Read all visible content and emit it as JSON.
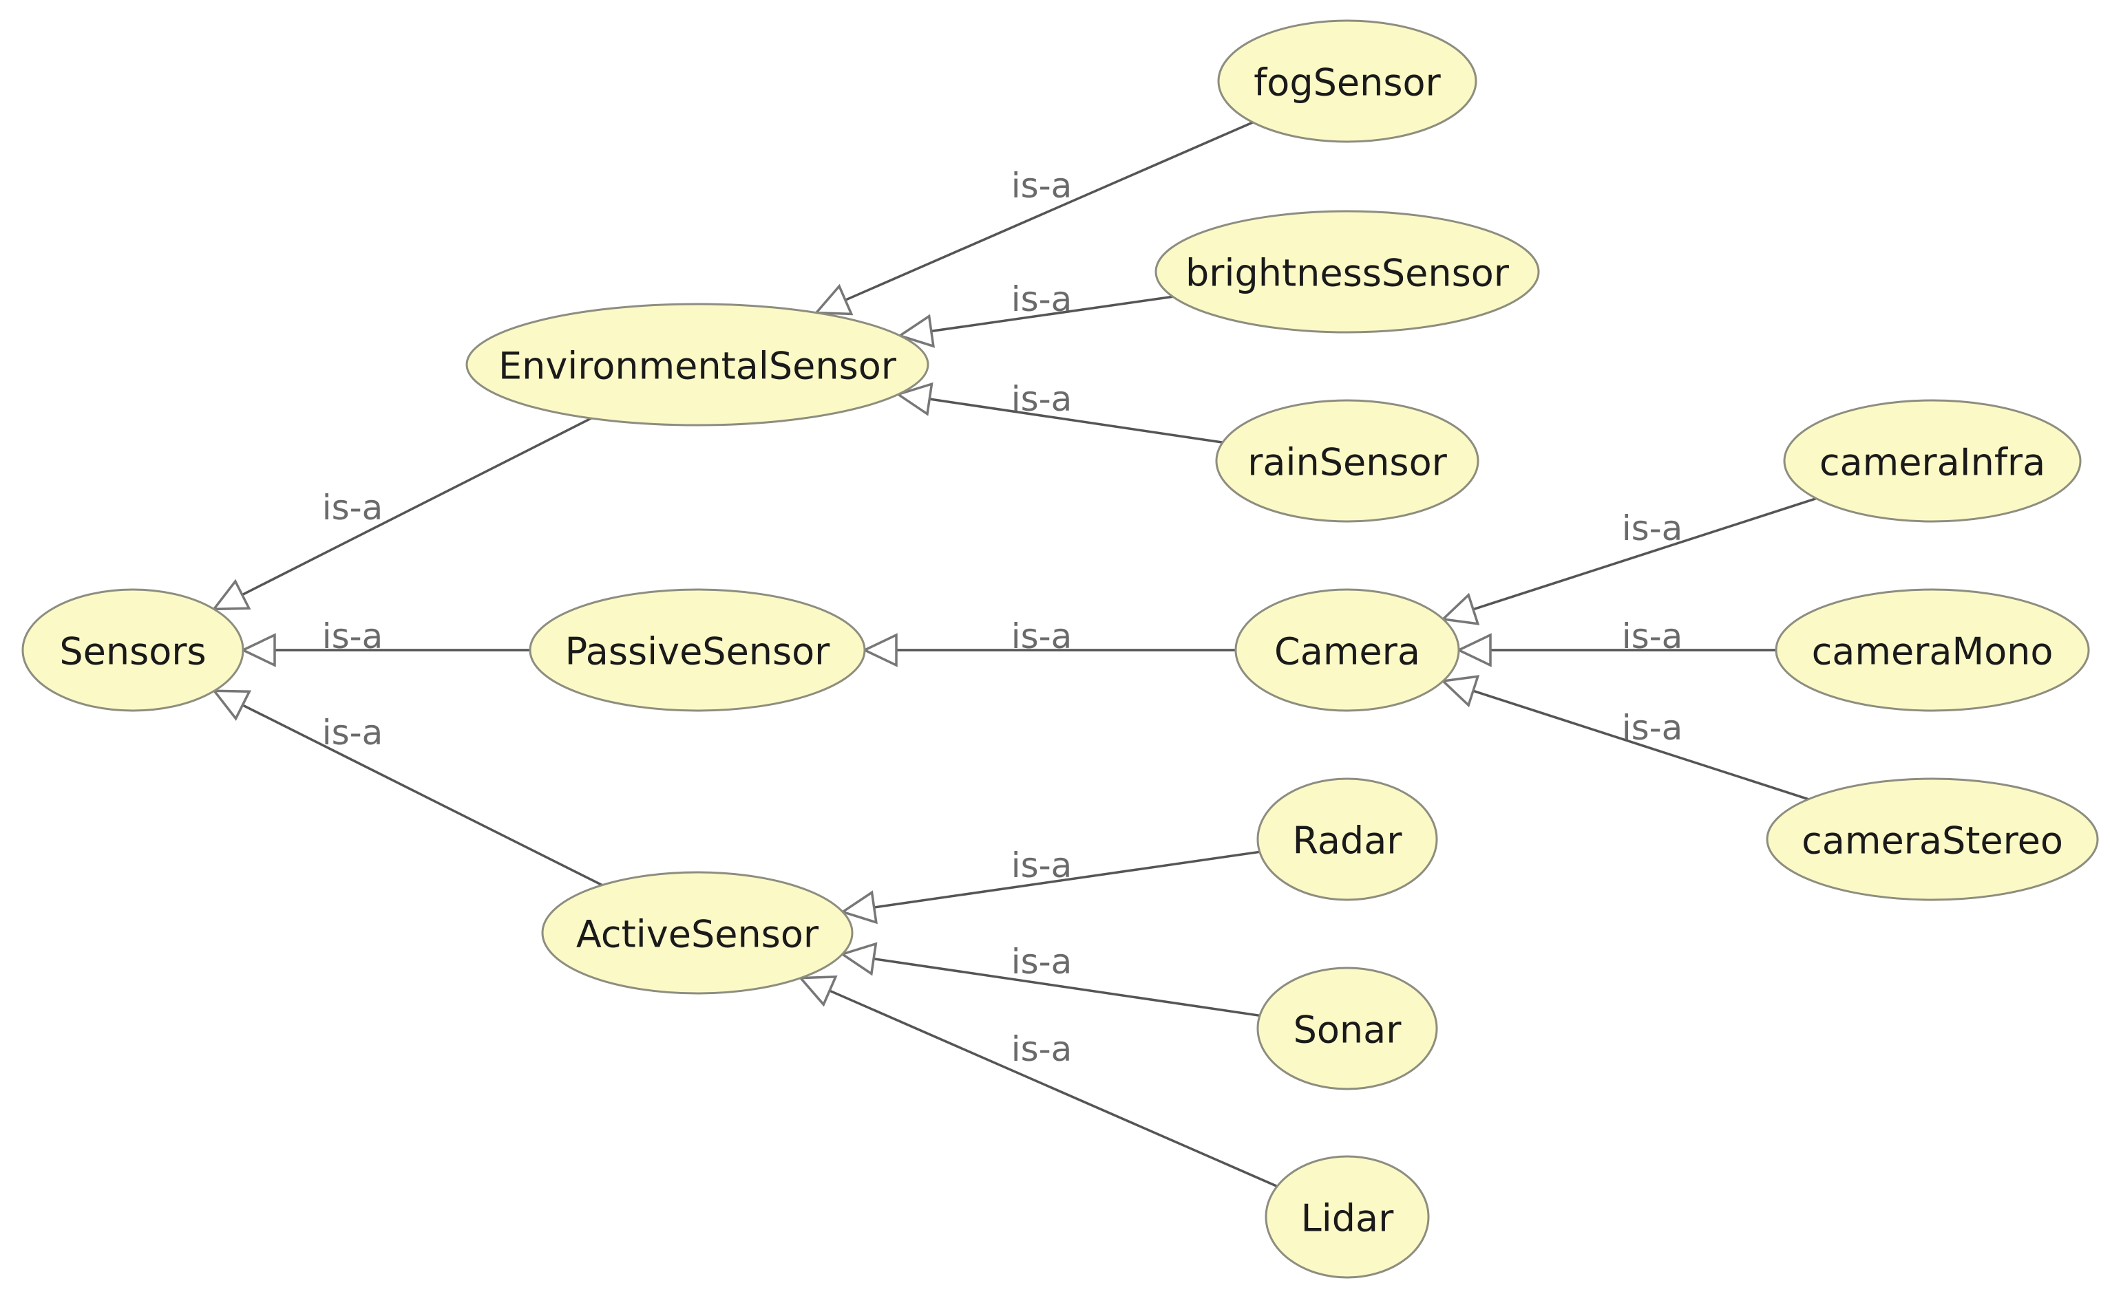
{
  "colors": {
    "node_fill": "#fbf9c6",
    "node_stroke": "#8d8d80",
    "edge": "#555555",
    "edge_label": "#6a6a6a"
  },
  "nodes": [
    {
      "id": "sensors",
      "label": "Sensors"
    },
    {
      "id": "environmental",
      "label": "EnvironmentalSensor"
    },
    {
      "id": "passive",
      "label": "PassiveSensor"
    },
    {
      "id": "active",
      "label": "ActiveSensor"
    },
    {
      "id": "fog",
      "label": "fogSensor"
    },
    {
      "id": "brightness",
      "label": "brightnessSensor"
    },
    {
      "id": "rain",
      "label": "rainSensor"
    },
    {
      "id": "camera",
      "label": "Camera"
    },
    {
      "id": "radar",
      "label": "Radar"
    },
    {
      "id": "sonar",
      "label": "Sonar"
    },
    {
      "id": "lidar",
      "label": "Lidar"
    },
    {
      "id": "camera-infra",
      "label": "cameraInfra"
    },
    {
      "id": "camera-mono",
      "label": "cameraMono"
    },
    {
      "id": "camera-stereo",
      "label": "cameraStereo"
    }
  ],
  "edges": [
    {
      "from": "environmental",
      "to": "sensors",
      "label": "is-a"
    },
    {
      "from": "passive",
      "to": "sensors",
      "label": "is-a"
    },
    {
      "from": "active",
      "to": "sensors",
      "label": "is-a"
    },
    {
      "from": "fog",
      "to": "environmental",
      "label": "is-a"
    },
    {
      "from": "brightness",
      "to": "environmental",
      "label": "is-a"
    },
    {
      "from": "rain",
      "to": "environmental",
      "label": "is-a"
    },
    {
      "from": "camera",
      "to": "passive",
      "label": "is-a"
    },
    {
      "from": "radar",
      "to": "active",
      "label": "is-a"
    },
    {
      "from": "sonar",
      "to": "active",
      "label": "is-a"
    },
    {
      "from": "lidar",
      "to": "active",
      "label": "is-a"
    },
    {
      "from": "camera-infra",
      "to": "camera",
      "label": "is-a"
    },
    {
      "from": "camera-mono",
      "to": "camera",
      "label": "is-a"
    },
    {
      "from": "camera-stereo",
      "to": "camera",
      "label": "is-a"
    }
  ]
}
